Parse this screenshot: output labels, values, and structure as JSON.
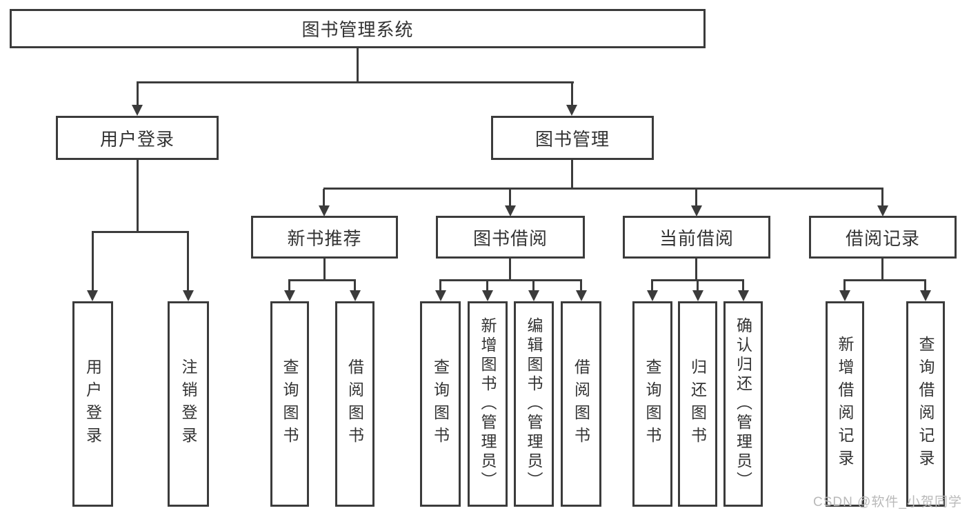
{
  "tree": {
    "root": "图书管理系统",
    "branches": [
      {
        "label": "用户登录",
        "children": [
          "用户登录",
          "注销登录"
        ]
      },
      {
        "label": "图书管理",
        "children": [
          {
            "label": "新书推荐",
            "children": [
              "查询图书",
              "借阅图书"
            ]
          },
          {
            "label": "图书借阅",
            "children": [
              "查询图书",
              "新增图书（管理员）",
              "编辑图书（管理员）",
              "借阅图书"
            ]
          },
          {
            "label": "当前借阅",
            "children": [
              "查询图书",
              "归还图书",
              "确认归还（管理员）"
            ]
          },
          {
            "label": "借阅记录",
            "children": [
              "新增借阅记录",
              "查询借阅记录"
            ]
          }
        ]
      }
    ]
  },
  "watermark": "CSDN @软件_小贺同学",
  "colors": {
    "line": "#3b3b3b",
    "text": "#333333",
    "watermark": "#b9b9b9",
    "background": "#ffffff"
  }
}
